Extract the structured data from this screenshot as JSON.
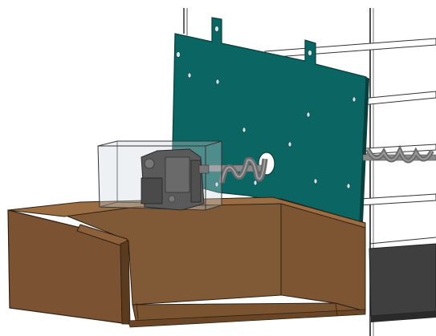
{
  "scene": {
    "colors": {
      "background": "#ffffff",
      "panel": "#0b6663",
      "panel_edge": "#063f3d",
      "wood_light": "#8a6038",
      "wood_mid": "#7a5331",
      "wood_dark": "#5a3b20",
      "frame_line": "#2a2a2a",
      "rod": "#6e6e6e",
      "motor": "#5a5a5a",
      "glass": "#cfd6dd",
      "bin": "#3f3f3f"
    },
    "parts": [
      "back-panel",
      "mounting-holes",
      "frame-rails",
      "auger-screw",
      "motor",
      "motor-enclosure",
      "wooden-box",
      "collection-bin"
    ]
  }
}
